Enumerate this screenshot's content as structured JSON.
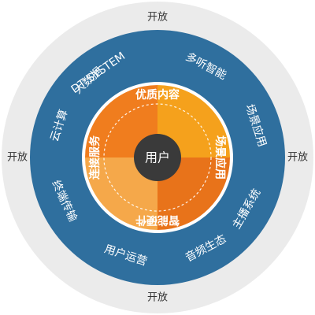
{
  "outer_ring": {
    "labels": {
      "top": "开放",
      "right": "开放",
      "bottom": "开放",
      "left": "开放"
    },
    "color": "#ebebeb"
  },
  "blue_ring": {
    "color": "#2f6f9e",
    "items": [
      "DT SYSTEM",
      "多听智能",
      "场景应用",
      "主播系统",
      "音频生态",
      "用户运营",
      "终端传输",
      "云计算",
      "大数据"
    ]
  },
  "core_ring": {
    "colors": {
      "top": "#f07d1e",
      "right": "#f5a11c",
      "bottom_right": "#e8731a",
      "left": "#f5a84a"
    },
    "items": {
      "top": "优质内容",
      "right": "场景应用",
      "bottom": "智能硬件",
      "left": "连接服务"
    }
  },
  "center": {
    "label": "用户",
    "color": "#3a3a3a"
  }
}
